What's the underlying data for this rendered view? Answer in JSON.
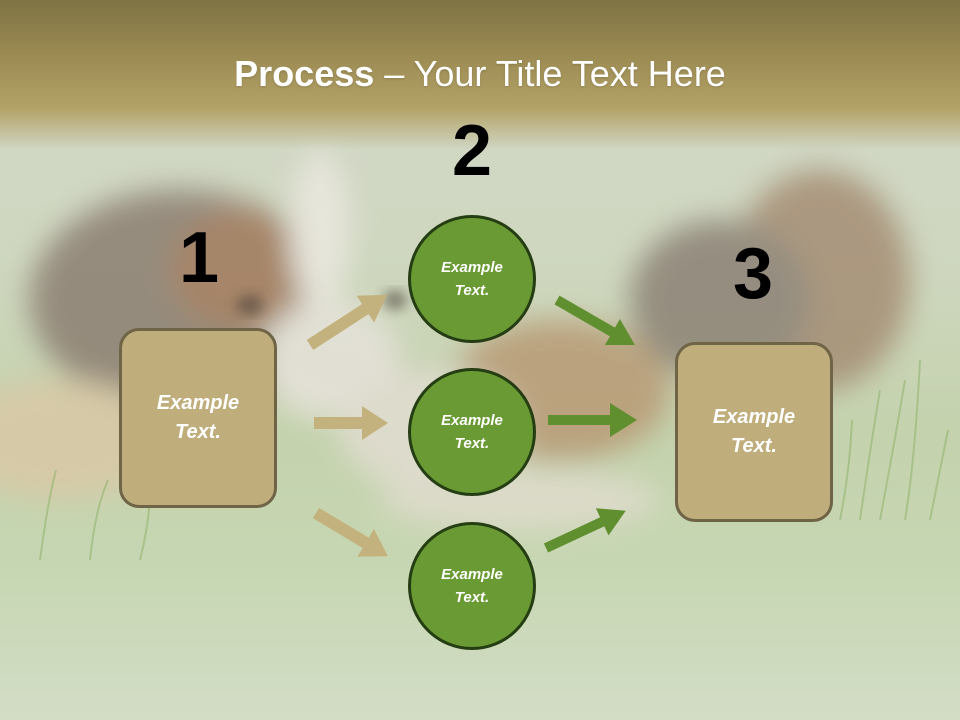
{
  "slide": {
    "title_bold": "Process",
    "title_rest": " – Your Title Text Here"
  },
  "steps": [
    {
      "number": "1",
      "text": "Example Text."
    },
    {
      "number": "2",
      "items": [
        "Example Text.",
        "Example Text.",
        "Example Text."
      ]
    },
    {
      "number": "3",
      "text": "Example Text."
    }
  ],
  "colors": {
    "box_fill": "#bfae7b",
    "box_border": "#6f6546",
    "circle_fill": "#6a9a33",
    "circle_border": "#253d12",
    "arrow_tan": "#c4b27e",
    "arrow_green": "#5f8f2e",
    "header_band": "#9a8a52"
  }
}
